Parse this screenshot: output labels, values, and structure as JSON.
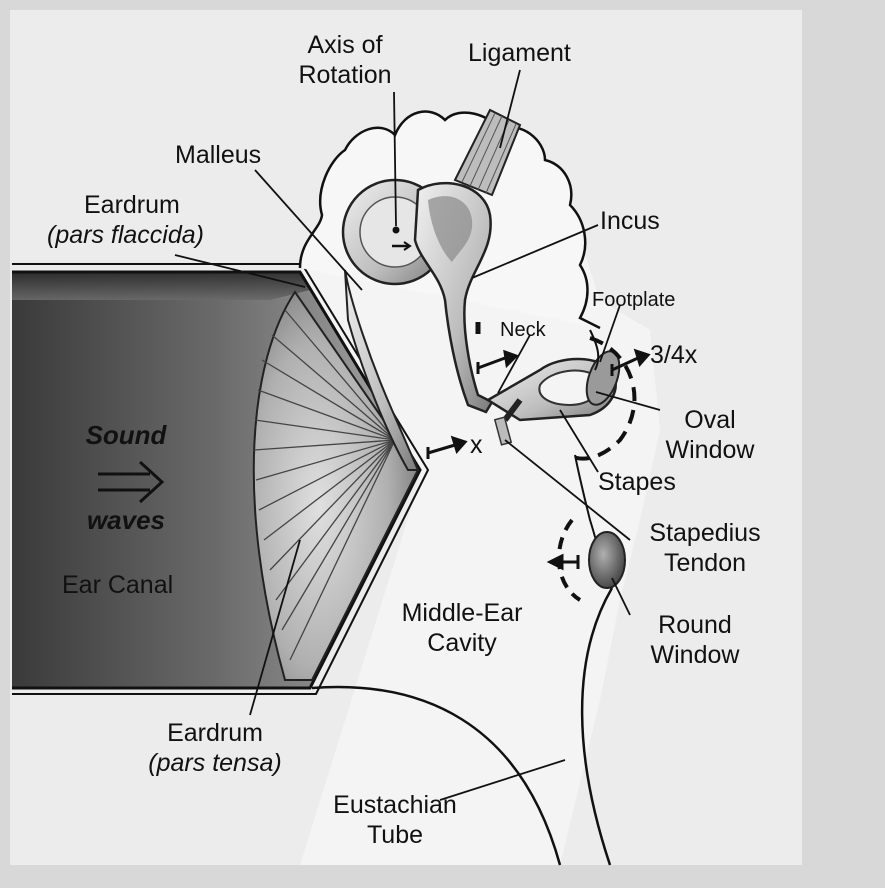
{
  "labels": {
    "axis_of_rotation": [
      "Axis of",
      "Rotation"
    ],
    "ligament": "Ligament",
    "malleus": "Malleus",
    "eardrum_flaccida": [
      "Eardrum",
      "(pars flaccida)"
    ],
    "incus": "Incus",
    "footplate": "Footplate",
    "neck": "Neck",
    "three_quarter_x": "3/4x",
    "sound_waves": [
      "Sound",
      "waves"
    ],
    "x_label": "x",
    "oval_window": [
      "Oval",
      "Window"
    ],
    "stapes": "Stapes",
    "ear_canal": "Ear Canal",
    "stapedius_tendon": [
      "Stapedius",
      "Tendon"
    ],
    "middle_ear_cavity": [
      "Middle-Ear",
      "Cavity"
    ],
    "round_window": [
      "Round",
      "Window"
    ],
    "eardrum_tensa": [
      "Eardrum",
      "(pars tensa)"
    ],
    "eustachian_tube": [
      "Eustachian",
      "Tube"
    ]
  }
}
